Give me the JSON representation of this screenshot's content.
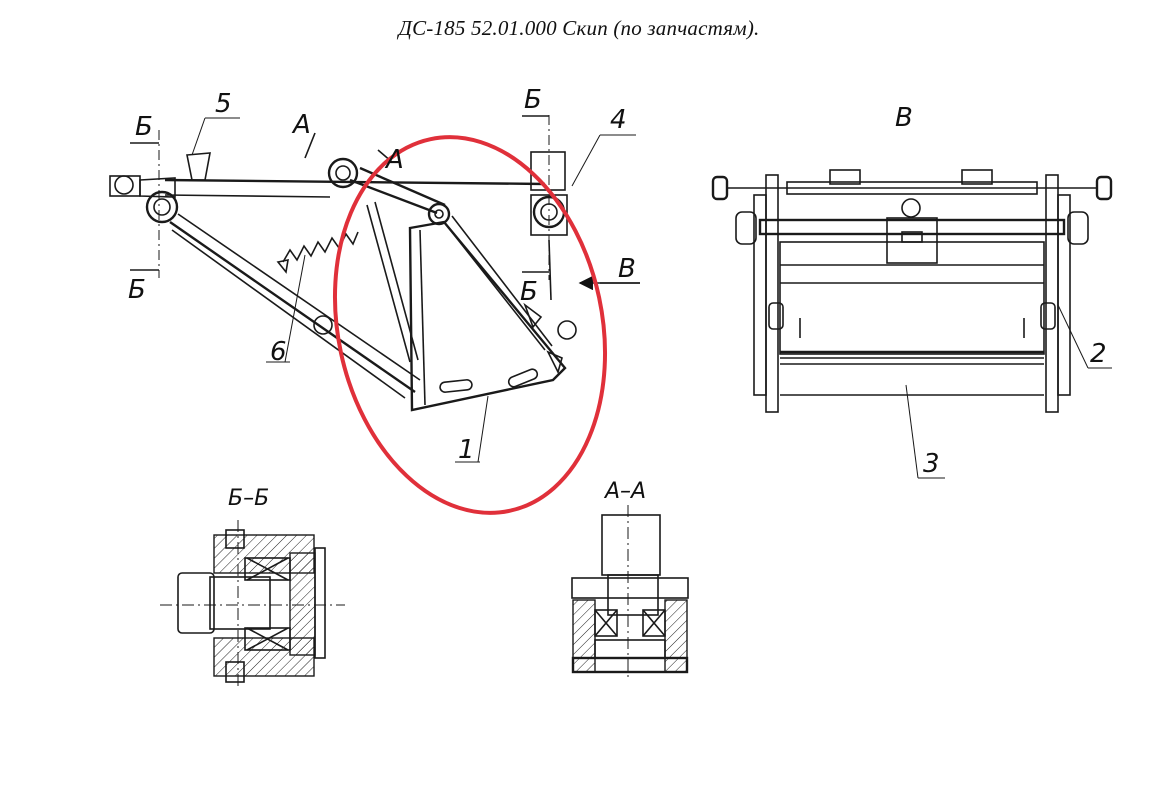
{
  "title": "ДС-185 52.01.000  Скип  (по запчастям).",
  "labels": {
    "pos1": "1",
    "pos2": "2",
    "pos3": "3",
    "pos4": "4",
    "pos5": "5",
    "pos6": "6",
    "view_v": "В",
    "arrow_v": "В",
    "cut_b_left_top": "Б",
    "cut_b_left_bottom": "Б",
    "cut_b_right_top": "Б",
    "cut_b_right_bottom": "Б",
    "cut_a1": "А",
    "cut_a2": "А",
    "section_bb": "Б–Б",
    "section_aa": "А–А"
  },
  "colors": {
    "highlight": "#e0303a",
    "lines": "#1a1a1a"
  }
}
